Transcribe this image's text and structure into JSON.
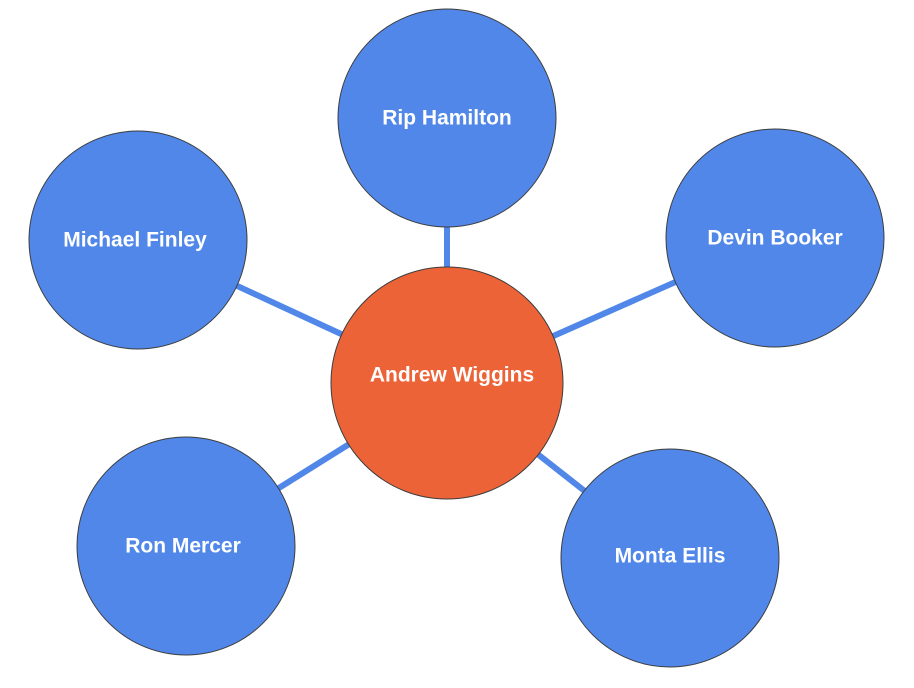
{
  "colors": {
    "center_fill": "#ec6337",
    "outer_fill": "#5087e8",
    "connector": "#5087e8",
    "node_stroke": "#3d3d3d",
    "label": "#ffffff"
  },
  "center_node": {
    "label": "Andrew Wiggins"
  },
  "outer_nodes": [
    {
      "id": "rip-hamilton",
      "label": "Rip Hamilton"
    },
    {
      "id": "devin-booker",
      "label": "Devin Booker"
    },
    {
      "id": "monta-ellis",
      "label": "Monta Ellis"
    },
    {
      "id": "ron-mercer",
      "label": "Ron Mercer"
    },
    {
      "id": "michael-finley",
      "label": "Michael Finley"
    }
  ]
}
